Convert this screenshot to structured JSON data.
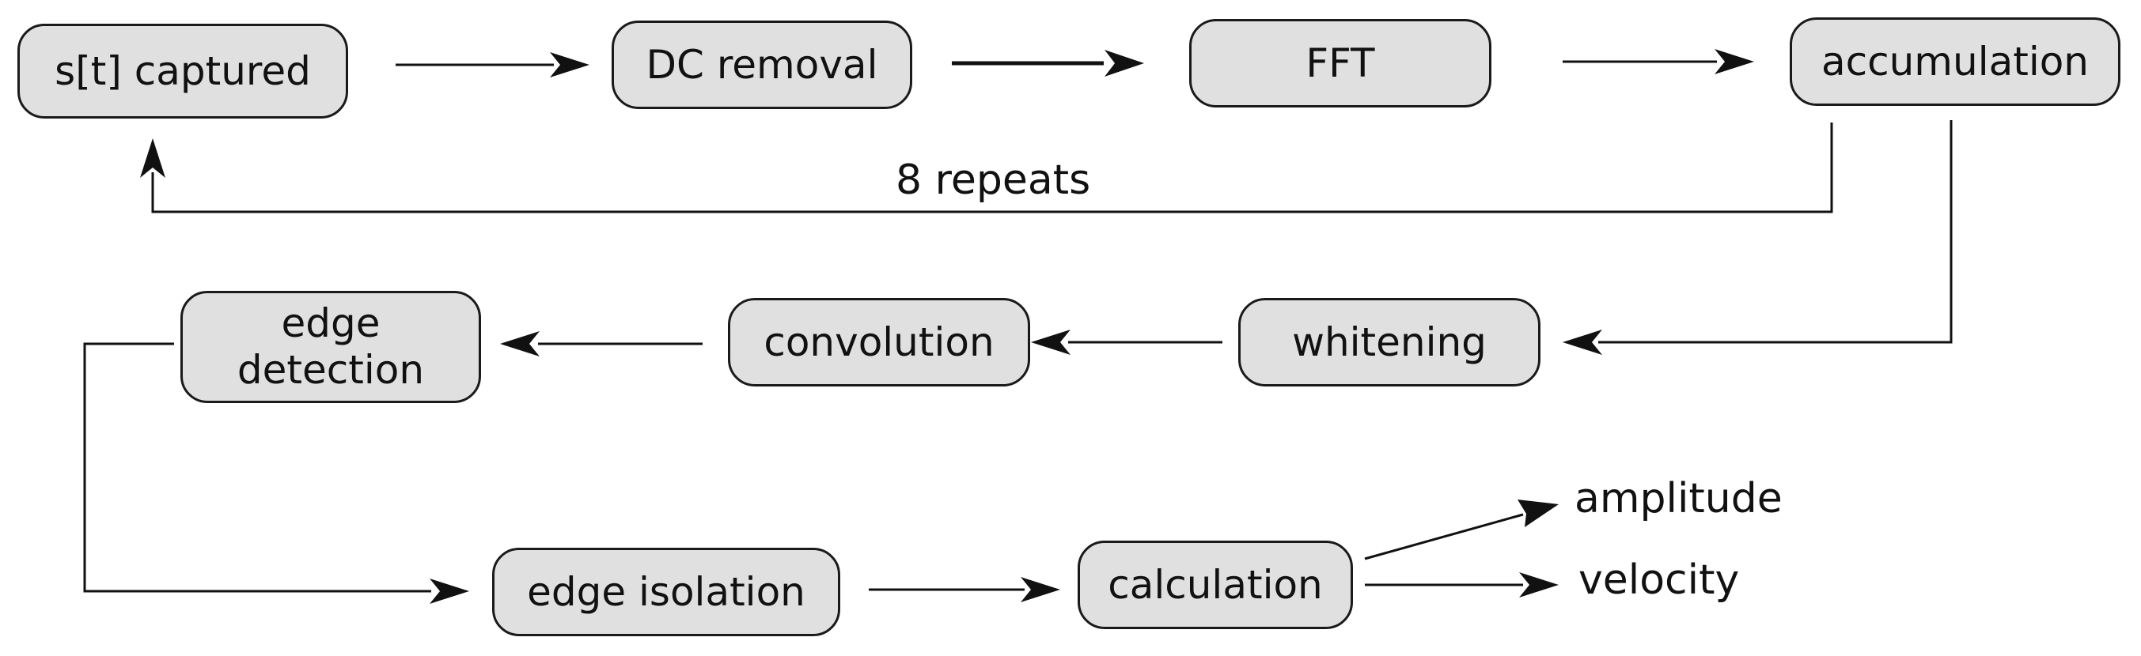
{
  "nodes": {
    "captured": "s[t] captured",
    "dc_removal": "DC removal",
    "fft": "FFT",
    "accumulation": "accumulation",
    "whitening": "whitening",
    "convolution": "convolution",
    "edge_detection_1": "edge",
    "edge_detection_2": "detection",
    "edge_isolation": "edge isolation",
    "calculation": "calculation"
  },
  "outputs": {
    "amplitude": "amplitude",
    "velocity": "velocity"
  },
  "edges": {
    "loop_label": "8 repeats"
  }
}
